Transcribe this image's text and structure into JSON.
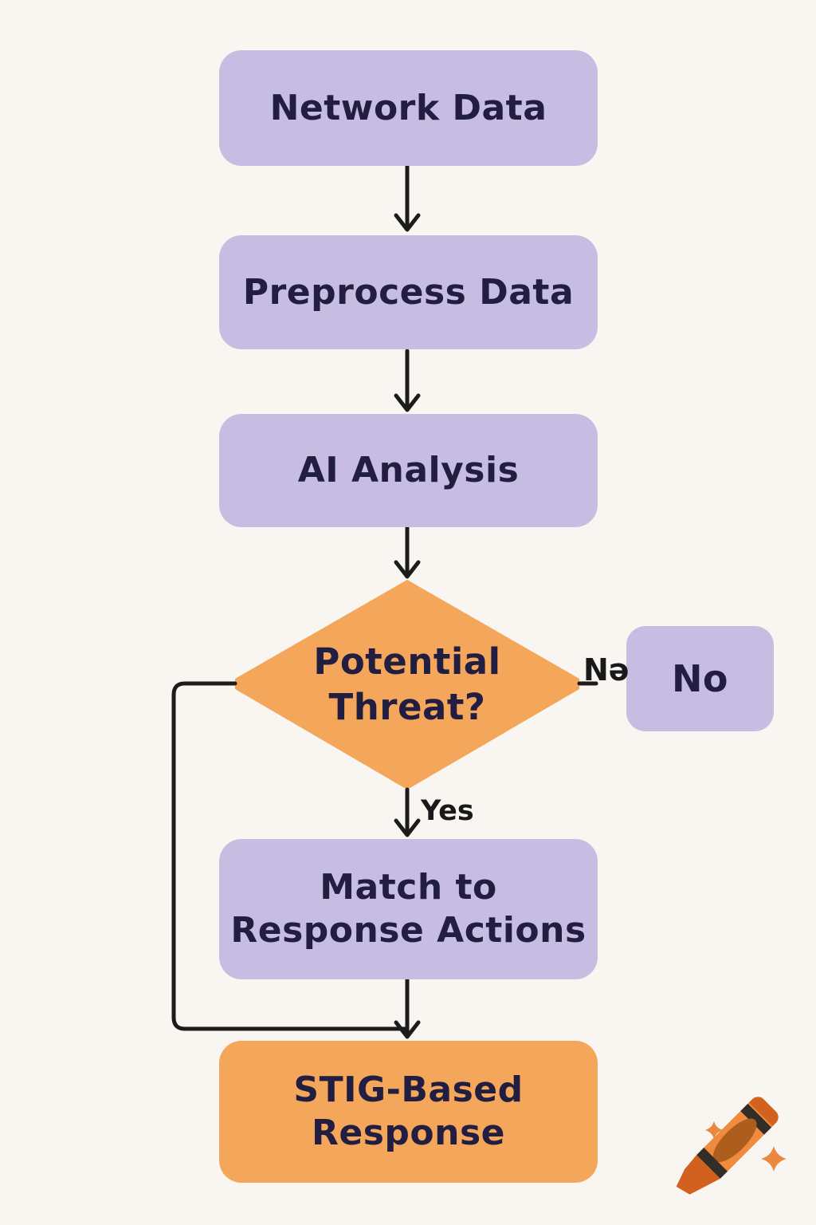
{
  "palette": {
    "background": "#f9f6f2",
    "node_purple": "#c7bde2",
    "node_orange": "#f4a65a",
    "node_text": "#221e41",
    "connector_line": "#1c1c1c",
    "crayon_body_orange": "#ee8b3e",
    "crayon_tip_orange": "#d2611f",
    "crayon_stripe_dark": "#332d28",
    "crayon_oval_brown": "#ad5d1c",
    "sparkle_orange": "#ea8840"
  },
  "flowchart": {
    "nodes": {
      "network": {
        "label": "Network Data",
        "shape": "rounded-rect",
        "color": "purple"
      },
      "preprocess": {
        "label": "Preprocess Data",
        "shape": "rounded-rect",
        "color": "purple"
      },
      "ai_analysis": {
        "label": "AI Analysis",
        "shape": "rounded-rect",
        "color": "purple"
      },
      "threat_decision": {
        "label": "Potential\nThreat?",
        "shape": "diamond",
        "color": "orange"
      },
      "no_result": {
        "label": "No",
        "shape": "rounded-rect",
        "color": "purple"
      },
      "match_actions": {
        "label": "Match to\nResponse Actions",
        "shape": "rounded-rect",
        "color": "purple"
      },
      "stig_response": {
        "label": "STIG-Based\nResponse",
        "shape": "rounded-rect",
        "color": "orange"
      }
    },
    "edges": [
      {
        "from": "network",
        "to": "preprocess",
        "label": ""
      },
      {
        "from": "preprocess",
        "to": "ai_analysis",
        "label": ""
      },
      {
        "from": "ai_analysis",
        "to": "threat_decision",
        "label": ""
      },
      {
        "from": "threat_decision",
        "to": "no_result",
        "label": "Nə"
      },
      {
        "from": "threat_decision",
        "to": "match_actions",
        "label": "Yes"
      },
      {
        "from": "match_actions",
        "to": "stig_response",
        "label": ""
      },
      {
        "from": "threat_decision",
        "to": "stig_response",
        "label": ""
      }
    ],
    "edge_labels": {
      "yes": "Yes",
      "no": "Nə"
    }
  },
  "watermark": {
    "icon": "crayon-icon",
    "sparkle_count": 2
  }
}
